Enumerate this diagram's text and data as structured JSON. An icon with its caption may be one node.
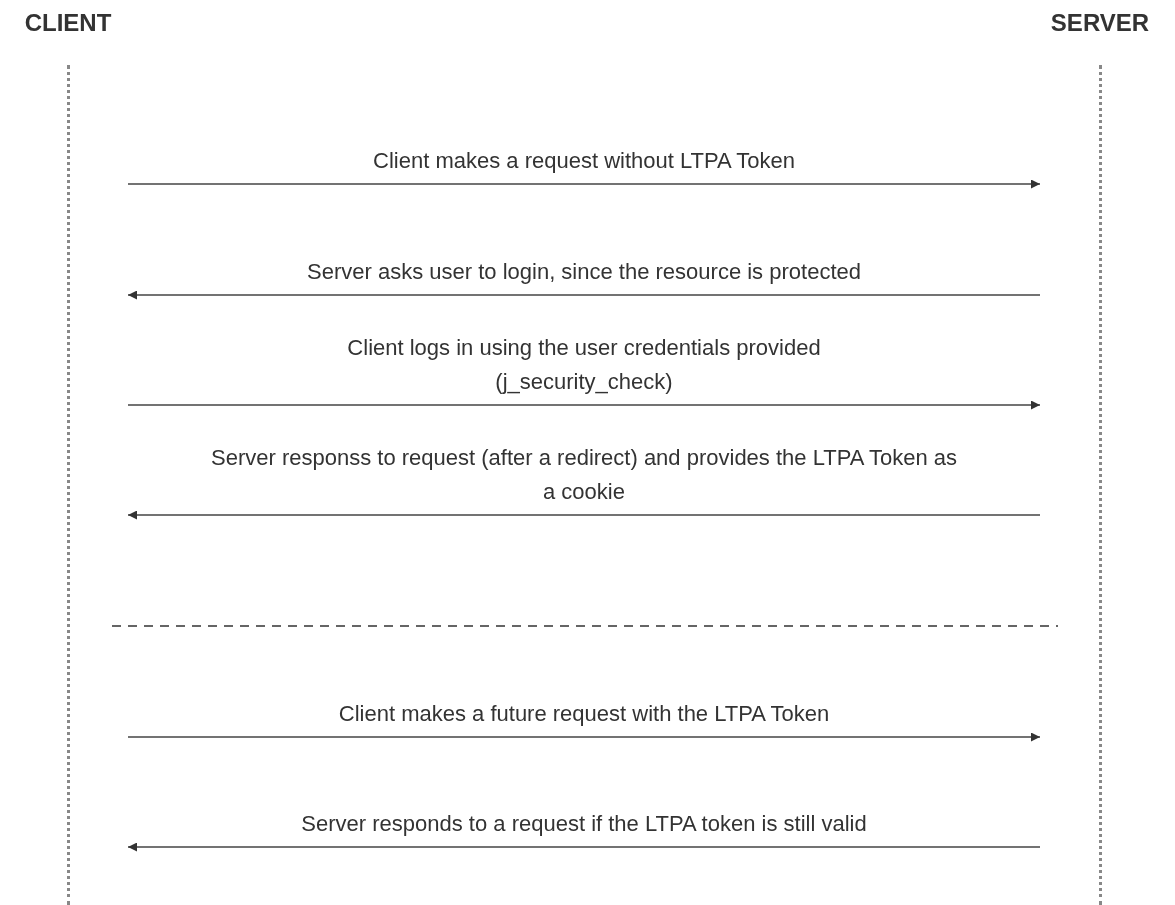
{
  "diagram": {
    "nodes": [
      {
        "text": [
          "CLIENT"
        ]
      },
      {
        "text": [
          "SERVER"
        ]
      }
    ],
    "edges": [
      {
        "from": 0,
        "to": 1,
        "arrow": "to",
        "label": "Client makes a request without LTPA Token"
      },
      {
        "from": 1,
        "to": 0,
        "arrow": "to",
        "label": "Server asks user to login, since the resource is protected"
      },
      {
        "from": 0,
        "to": 1,
        "arrow": "to",
        "label": "Client logs in using the user credentials provided (j_security_check)"
      },
      {
        "from": 1,
        "to": 0,
        "arrow": "to",
        "label": "Server responss to request (after a redirect) and provides the LTPA Token as a cookie"
      },
      {
        "from": 0,
        "to": 1,
        "arrow": "to",
        "label": "Client makes a future request with the LTPA Token"
      },
      {
        "from": 1,
        "to": 0,
        "arrow": "to",
        "label": "Server responds to a request if the LTPA token is still valid"
      }
    ]
  }
}
